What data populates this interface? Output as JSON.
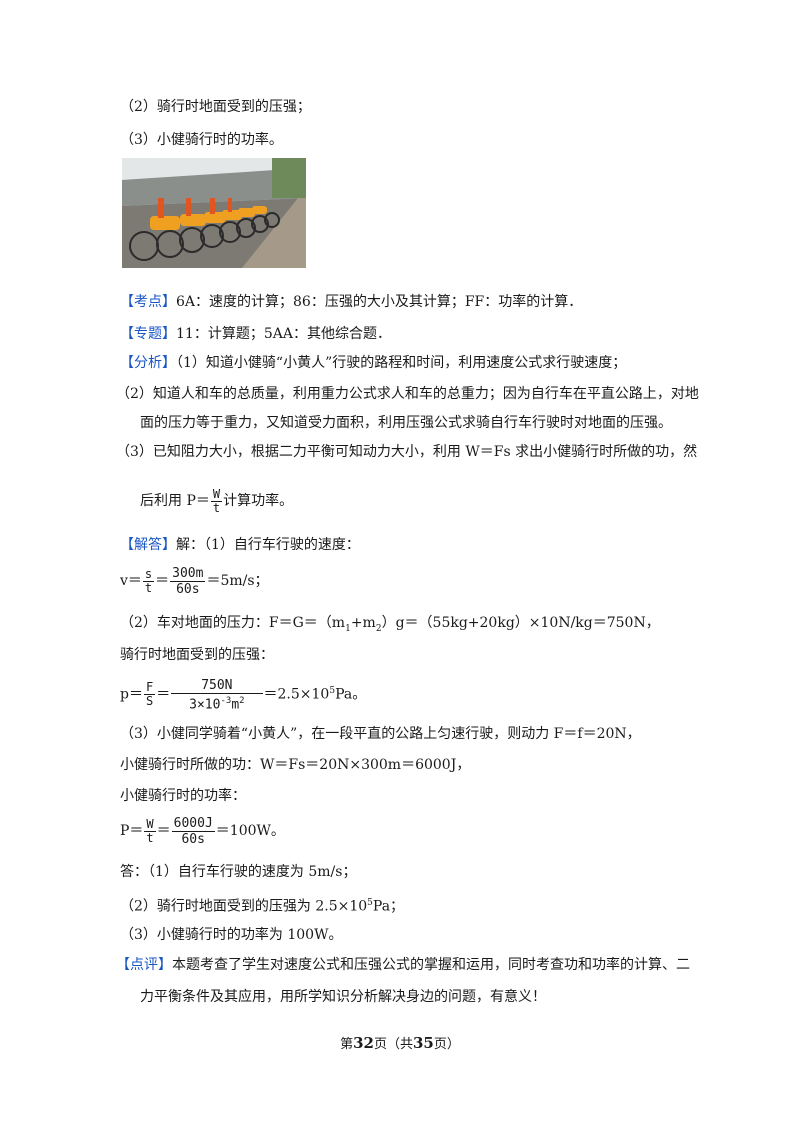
{
  "q2": "（2）骑行时地面受到的压强；",
  "q3": "（3）小健骑行时的功率。",
  "kaodian": {
    "tag": "【考点】",
    "text": "6A：速度的计算；86：压强的大小及其计算；FF：功率的计算．"
  },
  "zhuanti": {
    "tag": "【专题】",
    "text": "11：计算题；5AA：其他综合题．"
  },
  "fenxi": {
    "tag": "【分析】",
    "l1": "（1）知道小健骑“小黄人”行驶的路程和时间，利用速度公式求行驶速度；",
    "l2": "（2）知道人和车的总质量，利用重力公式求人和车的总重力；因为自行车在平直公路上，对地",
    "l3": "面的压力等于重力，又知道受力面积，利用压强公式求骑自行车行驶时对地面的压强。",
    "l4": "（3）已知阻力大小，根据二力平衡可知动力大小，利用 W＝Fs 求出小健骑行时所做的功，然",
    "l5_pre": "后利用 P＝",
    "l5_num": "W",
    "l5_den": "t",
    "l5_post": "计算功率。"
  },
  "jieda": {
    "tag": "【解答】",
    "intro": "解：（1）自行车行驶的速度：",
    "v_pre": "v＝",
    "v_n1": "s",
    "v_d1": "t",
    "v_eq": "＝",
    "v_n2": "300m",
    "v_d2": "60s",
    "v_post": "＝5m/s；",
    "f_line_a": "（2）车对地面的压力：F＝G＝（m",
    "f_sub1": "1",
    "f_line_b": "+m",
    "f_sub2": "2",
    "f_line_c": "）g＝（55kg+20kg）×10N/kg＝750N，",
    "p_intro": "骑行时地面受到的压强：",
    "p_pre": "p＝",
    "p_n1": "F",
    "p_d1": "S",
    "p_eq": "＝",
    "p_n2": "750N",
    "p_d2a": "3×10",
    "p_d2exp": "-3",
    "p_d2b": "m",
    "p_d2exp2": "2",
    "p_post_a": "＝2.5×10",
    "p_post_exp": "5",
    "p_post_b": "Pa。",
    "l3": "（3）小健同学骑着“小黄人”，在一段平直的公路上匀速行驶，则动力 F＝f＝20N，",
    "work": "小健骑行时所做的功：W＝Fs＝20N×300m＝6000J，",
    "power_intro": "小健骑行时的功率：",
    "pw_pre": "P＝",
    "pw_n1": "W",
    "pw_d1": "t",
    "pw_eq": "＝",
    "pw_n2": "6000J",
    "pw_d2": "60s",
    "pw_post": "＝100W。"
  },
  "answer": {
    "a1": "答：（1）自行车行驶的速度为 5m/s；",
    "a2_a": "（2）骑行时地面受到的压强为 2.5×10",
    "a2_exp": "5",
    "a2_b": "Pa；",
    "a3": "（3）小健骑行时的功率为 100W。"
  },
  "dianping": {
    "tag": "【点评】",
    "l1": "本题考查了学生对速度公式和压强公式的掌握和运用，同时考查功和功率的计算、二",
    "l2": "力平衡条件及其应用，用所学知识分析解决身边的问题，有意义！"
  },
  "footer": {
    "a": "第",
    "page": "32",
    "b": "页（共",
    "total": "35",
    "c": "页）"
  }
}
